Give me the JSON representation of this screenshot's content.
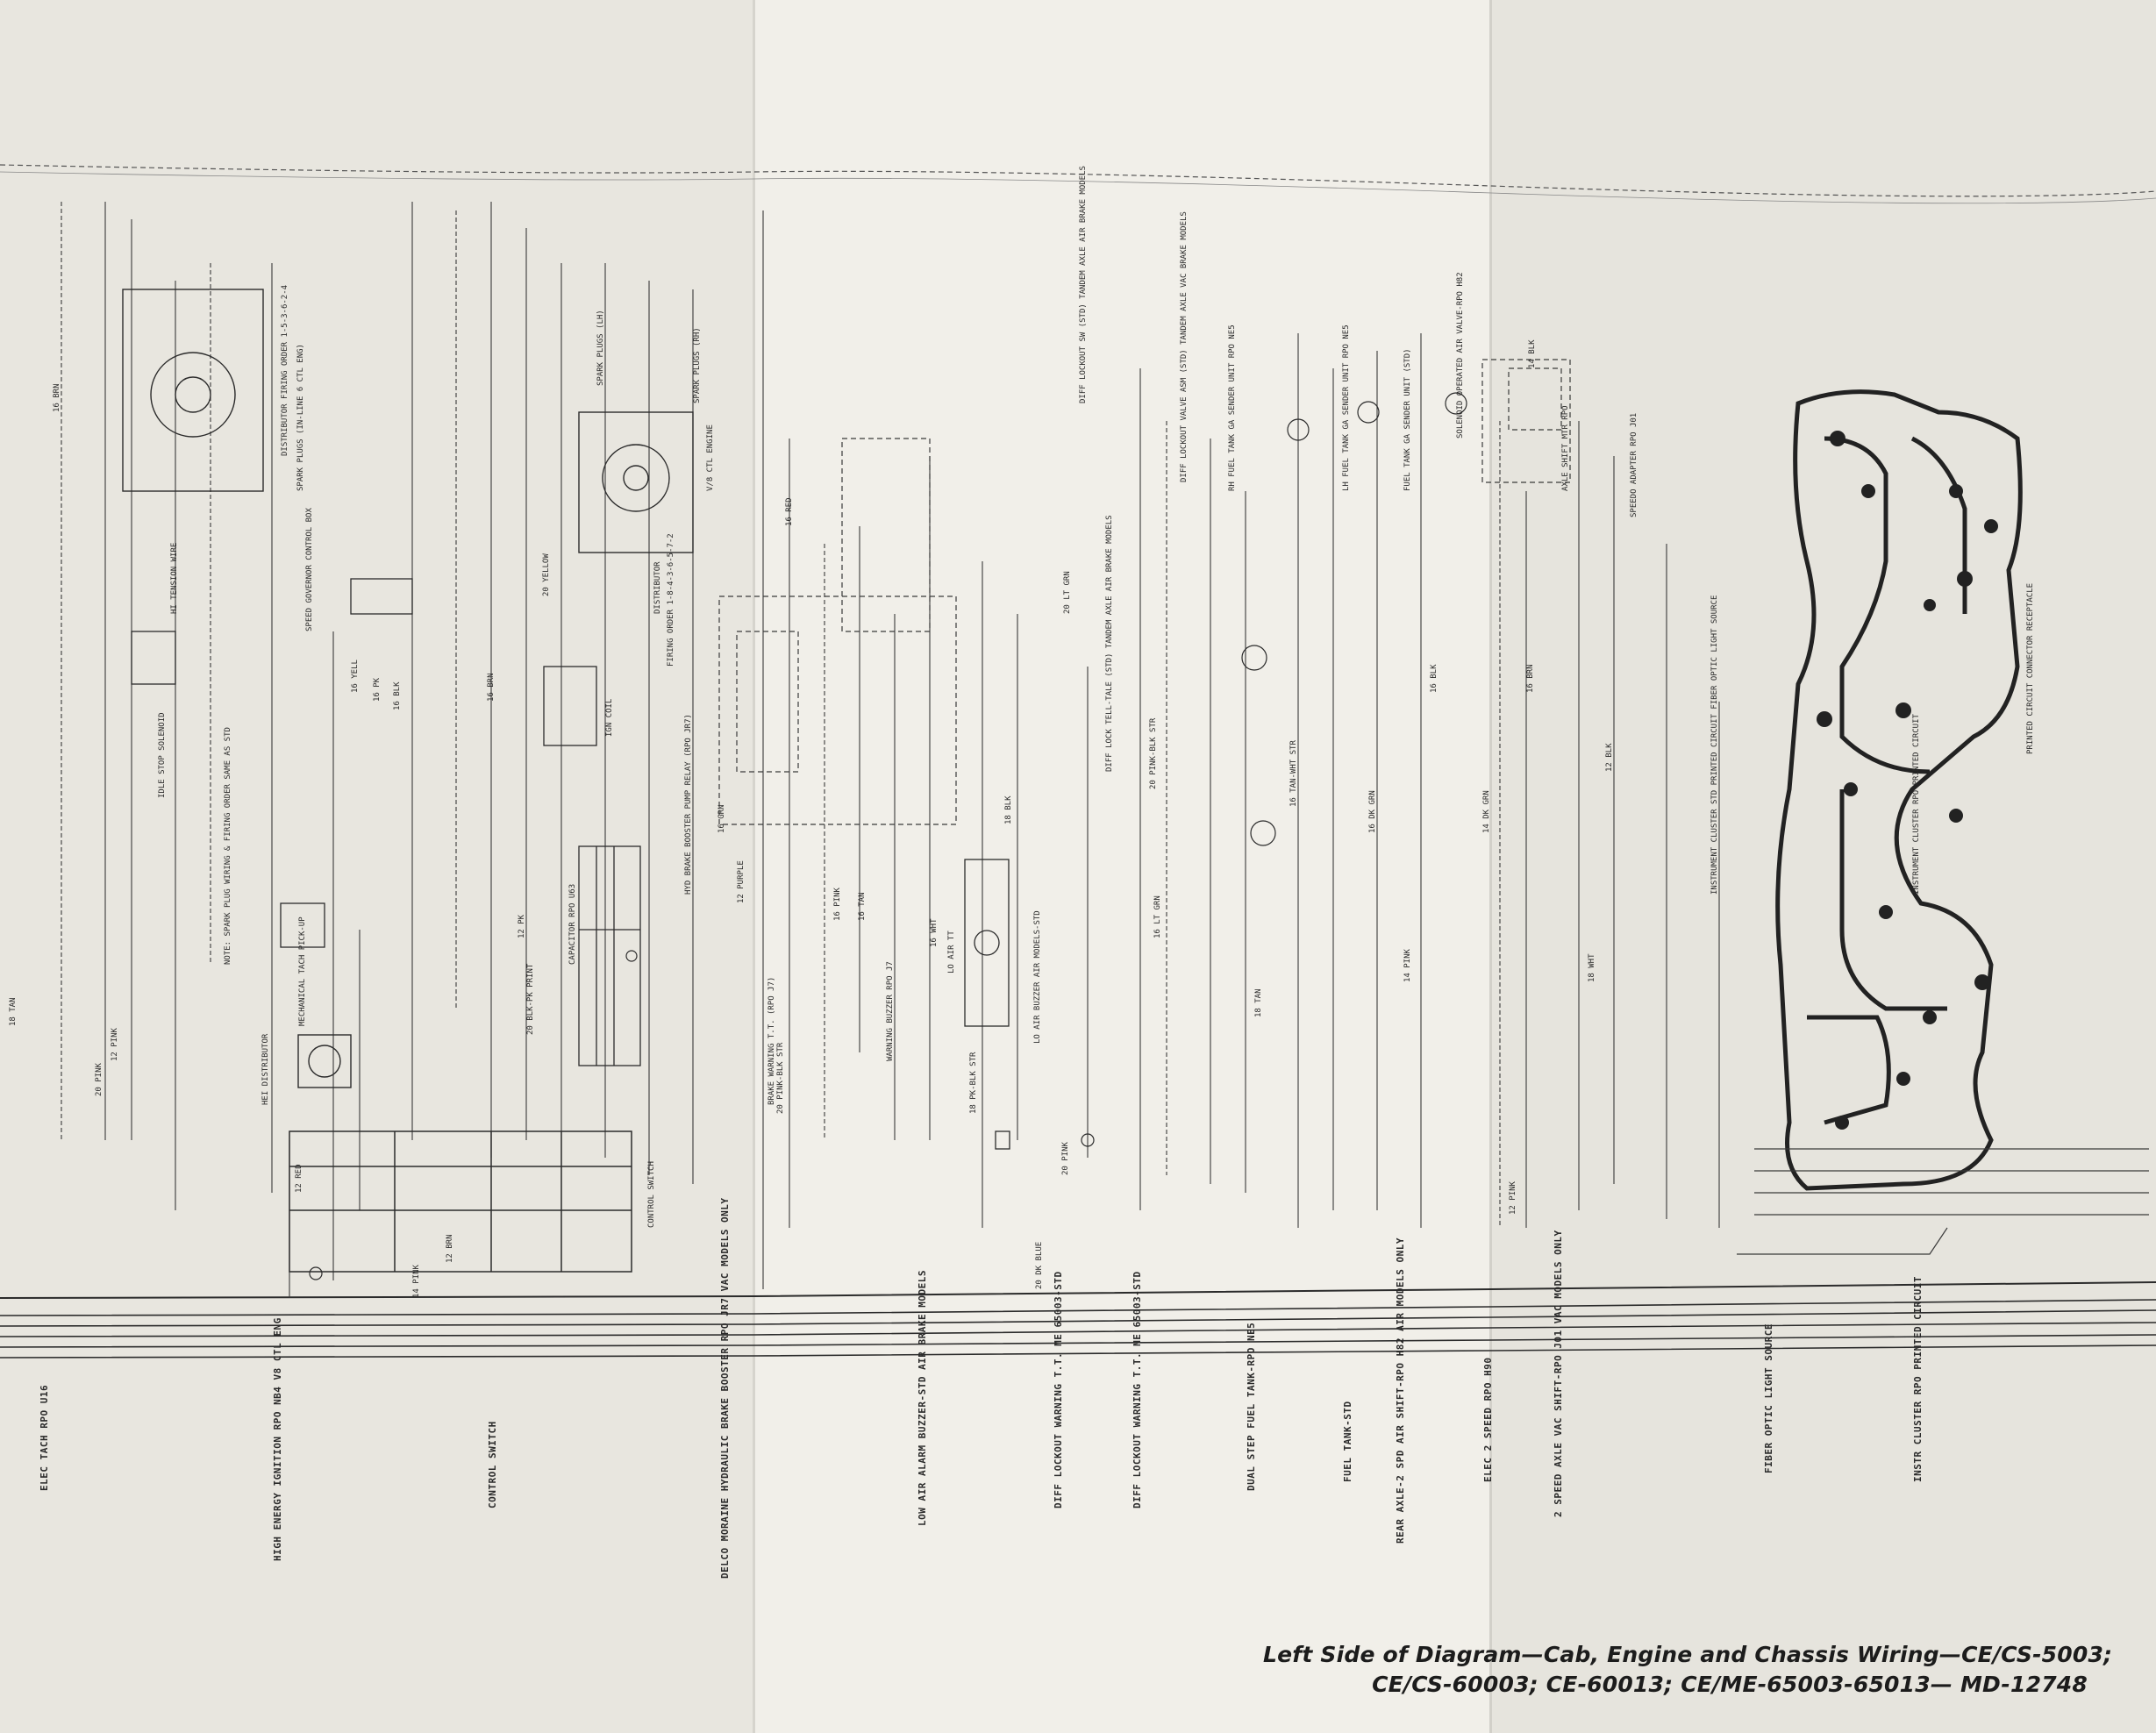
{
  "title_block": {
    "line1": "Left Side of Diagram—Cab, Engine and Chassis Wiring—CE/CS-5003;",
    "line2": "CE/CS-60003; CE-60013; CE/ME-65003-65013— MD-12748"
  },
  "section_labels": [
    "ELEC TACH RPO U16",
    "HIGH ENERGY IGNITION RPO NB4 V8 CTL ENG",
    "CONTROL SWITCH",
    "DELCO MORAINE HYDRAULIC BRAKE BOOSTER RPO JR7 VAC MODELS ONLY",
    "LOW AIR ALARM BUZZER-STD AIR BRAKE MODELS",
    "DIFF LOCKOUT WARNING T.T. ME 65003-STD",
    "DIFF LOCKOUT WARNING T.T. ME 65003-STD",
    "DUAL STEP FUEL TANK-RPO NE5",
    "FUEL TANK-STD",
    "REAR AXLE-2 SPD AIR SHIFT-RPO H82 AIR MODELS ONLY",
    "ELEC 2 SPEED RPO H90",
    "2 SPEED AXLE VAC SHIFT-RPO J01 VAC MODELS ONLY",
    "FIBER OPTIC LIGHT SOURCE",
    "INSTR CLUSTER RPO PRINTED CIRCUIT"
  ],
  "component_labels": {
    "spark_plugs_lh": "SPARK PLUGS (LH)",
    "spark_plugs_rh": "SPARK PLUGS (RH)",
    "distributor_firing_order": "DISTRIBUTOR FIRING ORDER 1-5-3-6-2-4",
    "spark_plugs_inline6": "SPARK PLUGS (IN-LINE 6 CTL ENG)",
    "firing_order_v8": "FIRING ORDER 1-8-4-3-6-5-7-2",
    "v8_ctl_engine": "V/8 CTL ENGINE",
    "distributor": "DISTRIBUTOR",
    "hi_tension_wire": "HI TENSION WIRE",
    "ign_coil": "IGN COIL",
    "speed_governor": "SPEED GOVERNOR CONTROL BOX",
    "idle_stop_solenoid": "IDLE STOP SOLENOID",
    "capacitor": "CAPACITOR RPO U63",
    "note_spark": "NOTE: SPARK PLUG WIRING & FIRING ORDER SAME AS STD",
    "hei_distributor": "HEI DISTRIBUTOR",
    "magnetic_pickup": "MECHANICAL TACH PICK-UP",
    "control_switch": "CONTROL SWITCH",
    "hyd_brake_booster": "HYD BRAKE BOOSTER PUMP RELAY (RPO JR7)",
    "brake_warning": "BRAKE WARNING T.T. (RPO J7)",
    "warning_buzzer": "WARNING BUZZER RPO J7",
    "lo_air_buzzer": "LO AIR BUZZER AIR MODELS-STD",
    "lo_air_tt": "LO AIR TT",
    "diff_lock_tt": "DIFF LOCK TELL-TALE (STD) TANDEM AXLE AIR BRAKE MODELS",
    "diff_lockout_sw": "DIFF LOCKOUT SW (STD) TANDEM AXLE AIR BRAKE MODELS",
    "diff_lockout_valve": "DIFF LOCKOUT VALVE ASM (STD) TANDEM AXLE VAC BRAKE MODELS",
    "rh_fuel_tank": "RH FUEL TANK GA SENDER UNIT RPO NE5",
    "lh_fuel_tank": "LH FUEL TANK GA SENDER UNIT RPO NE5",
    "fuel_tank_sender": "FUEL TANK GA SENDER UNIT (STD)",
    "solenoid_valve": "SOLENOID OPERATED AIR VALVE-RPO H82",
    "axle_shift_mtr": "AXLE SHIFT MTR RPO",
    "speedo_adapter": "SPEEDO ADAPTER RPO J01",
    "printed_circuit": "PRINTED CIRCUIT CONNECTOR RECEPTACLE",
    "instrument_cluster_1": "INSTRUMENT CLUSTER STD PRINTED CIRCUIT FIBER OPTIC LIGHT SOURCE",
    "instrument_cluster_2": "INSTRUMENT CLUSTER RPO PRINTED CIRCUIT"
  },
  "wire_labels": [
    "16 BRN",
    "18 TAN",
    "20 PINK",
    "12 PINK",
    "12 RED",
    "14 PINK",
    "12 BRN",
    "16 YELL",
    "16 PK",
    "16 BLK",
    "12 PK",
    "20 YELLOW",
    "16 BRN",
    "16 RED",
    "20 BLK-PK PRINT",
    "16 GRN",
    "12 PURPLE",
    "20 PINK-BLK STR",
    "16 WHT",
    "16 TAN",
    "16 PINK",
    "18 PK-BLK STR",
    "20 LT GRN",
    "20 PINK",
    "18 BLK",
    "16 LT GRN",
    "18 TAN",
    "16 TAN-WHT STR",
    "16 DK GRN",
    "14 DK GRN",
    "14 PINK",
    "18 WHT",
    "20 DK BLUE",
    "12 PINK",
    "12 BLK",
    "20 PINK-BLK STR",
    "16 BLK",
    "14 BLK",
    "16 BRN"
  ],
  "colors": {
    "paper_left": "#e8e6df",
    "paper_mid": "#f1efe9",
    "paper_right": "#e6e4dd",
    "ink": "#2a2a2a"
  }
}
